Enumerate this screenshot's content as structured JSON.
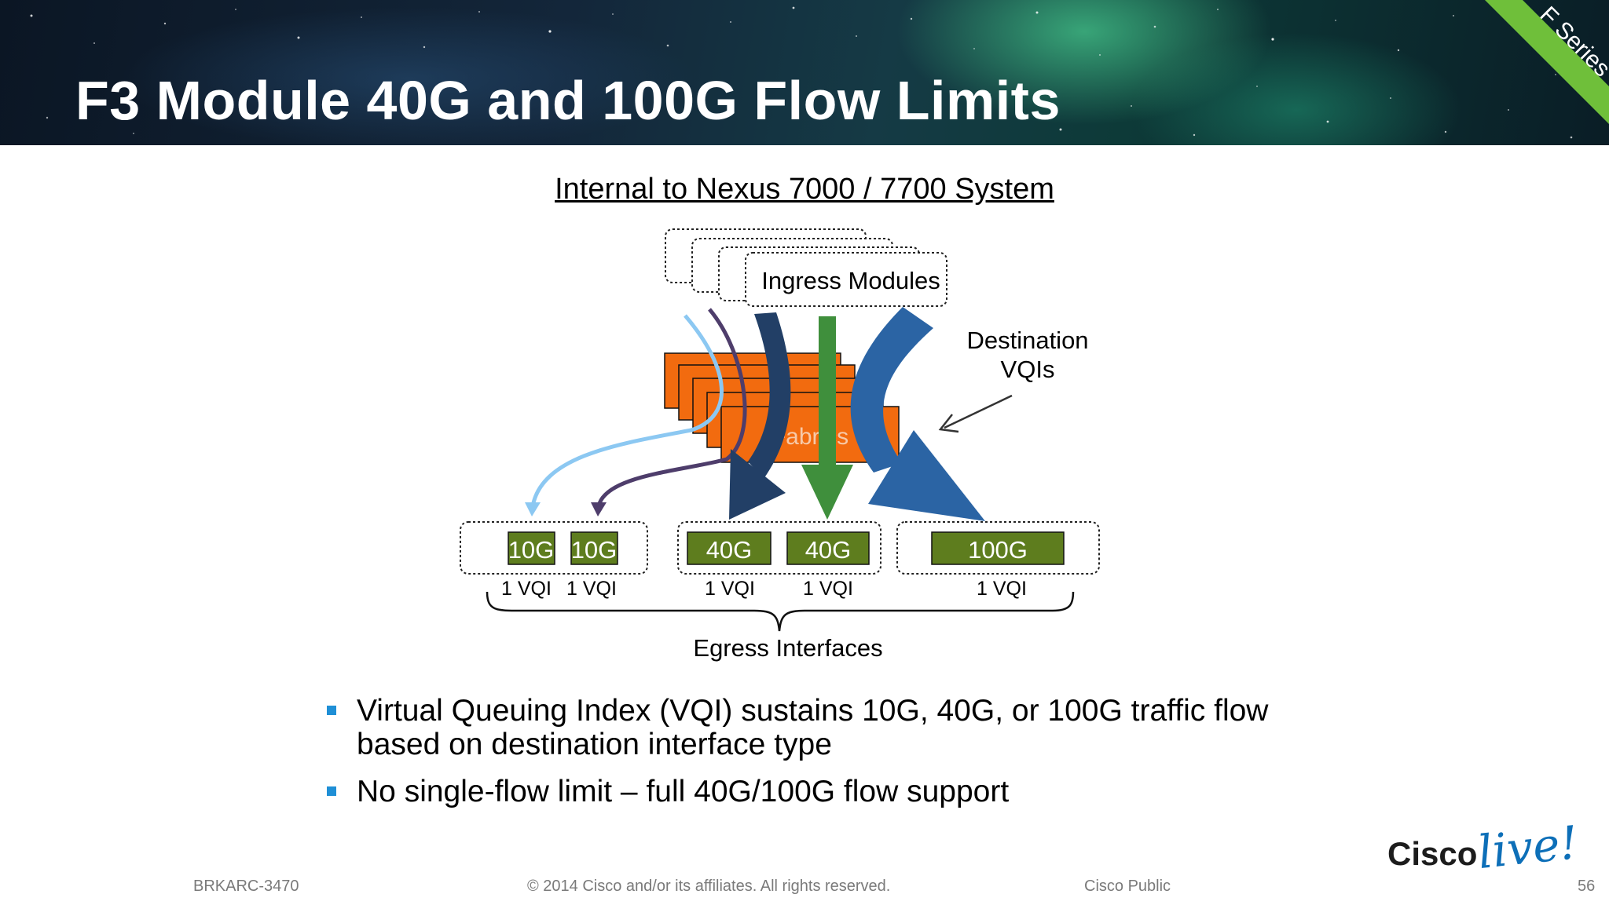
{
  "header": {
    "title": "F3 Module 40G and 100G Flow Limits",
    "ribbon_label": "F Series",
    "ribbon_color": "#6fbf3a"
  },
  "diagram": {
    "title": "Internal to Nexus 7000 / 7700 System",
    "ingress_label": "Ingress Modules",
    "fabric_label": "Fabrics",
    "destination_label_line1": "Destination",
    "destination_label_line2": "VQIs",
    "ports": [
      {
        "speed": "10G",
        "vqi": "1 VQI"
      },
      {
        "speed": "10G",
        "vqi": "1 VQI"
      },
      {
        "speed": "40G",
        "vqi": "1 VQI"
      },
      {
        "speed": "40G",
        "vqi": "1 VQI"
      },
      {
        "speed": "100G",
        "vqi": "1 VQI"
      }
    ],
    "egress_label": "Egress Interfaces",
    "colors": {
      "fabric": "#f26b0f",
      "port": "#5e7d1e",
      "arrow_light_blue": "#8cc8f2",
      "arrow_purple": "#4e3d6b",
      "arrow_navy": "#223f66",
      "arrow_green": "#3f8f3c",
      "arrow_blue": "#2b64a4"
    }
  },
  "bullets": [
    "Virtual Queuing Index (VQI) sustains 10G, 40G, or 100G traffic flow based on destination interface type",
    "No single-flow limit – full 40G/100G flow support"
  ],
  "footer": {
    "session_id": "BRKARC-3470",
    "copyright": "© 2014 Cisco and/or its affiliates. All rights reserved.",
    "classification": "Cisco Public",
    "page_number": "56",
    "logo_word": "Cisco",
    "logo_script": "live!"
  }
}
